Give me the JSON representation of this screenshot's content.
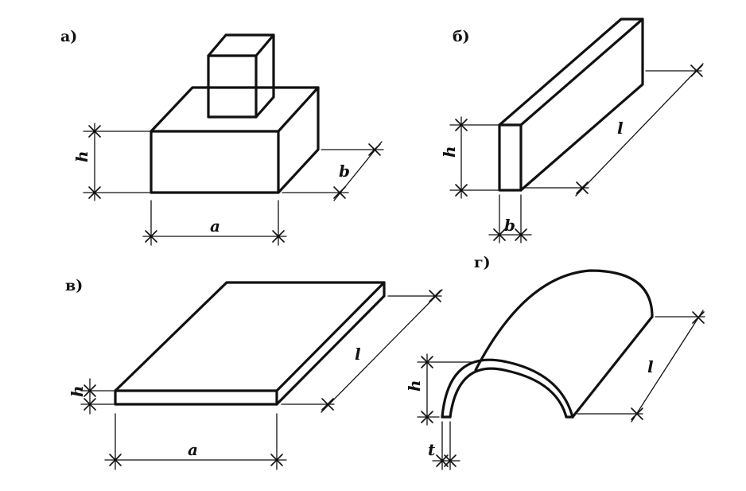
{
  "panels": {
    "a": {
      "label": "а)",
      "dims": {
        "h": "h",
        "a": "a",
        "b": "b"
      }
    },
    "b": {
      "label": "б)",
      "dims": {
        "h": "h",
        "b": "b",
        "l": "l"
      }
    },
    "v": {
      "label": "в)",
      "dims": {
        "h": "h",
        "a": "a",
        "l": "l"
      }
    },
    "g": {
      "label": "г)",
      "dims": {
        "h": "h",
        "t": "t",
        "l": "l"
      }
    }
  }
}
